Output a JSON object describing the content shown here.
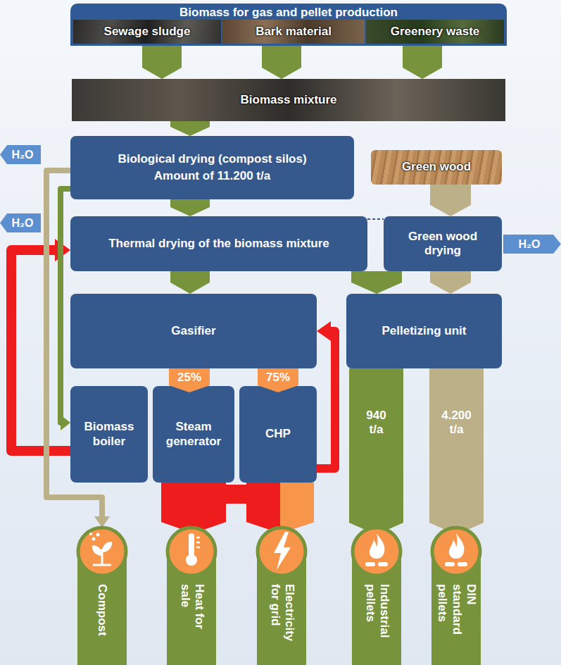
{
  "diagram": {
    "nodes": [
      {
        "text": [
          "Biomass for gas and pellet production"
        ]
      },
      {
        "text": [
          "Sewage sludge"
        ],
        "in": 0
      },
      {
        "text": [
          "Bark material"
        ],
        "in": 0
      },
      {
        "text": [
          "Greenery waste"
        ],
        "in": 0
      },
      {
        "text": [
          "Biomass mixture"
        ]
      },
      {
        "text": [
          "Biological drying (compost silos)",
          "Amount of 11.200 t/a"
        ]
      },
      {
        "text": [
          "Green wood"
        ]
      },
      {
        "text": [
          "H₂O"
        ]
      },
      {
        "text": [
          "Thermal drying of the biomass mixture"
        ]
      },
      {
        "text": [
          "H₂O"
        ]
      },
      {
        "text": [
          "Green wood drying"
        ]
      },
      {
        "text": [
          "H₂O"
        ]
      },
      {
        "text": [
          "Gasifier"
        ]
      },
      {
        "text": [
          "Pelletizing unit"
        ]
      },
      {
        "text": [
          "25%"
        ]
      },
      {
        "text": [
          "75%"
        ]
      },
      {
        "text": [
          "Biomass boiler"
        ]
      },
      {
        "text": [
          "Steam generator"
        ]
      },
      {
        "text": [
          "CHP"
        ]
      },
      {
        "text": [
          "940 t/a"
        ]
      },
      {
        "text": [
          "4.200 t/a"
        ]
      },
      {
        "text": [
          "Compost"
        ]
      },
      {
        "text": [
          "Heat for sale"
        ]
      },
      {
        "text": [
          "Electricity for grid"
        ]
      },
      {
        "text": [
          "Industrial pellets"
        ]
      },
      {
        "text": [
          "DIN standard pellets"
        ]
      }
    ],
    "edges": [
      {
        "from": 1,
        "to": 4,
        "arrow": "to"
      },
      {
        "from": 2,
        "to": 4,
        "arrow": "to"
      },
      {
        "from": 3,
        "to": 4,
        "arrow": "to"
      },
      {
        "from": 4,
        "to": 5,
        "arrow": "to"
      },
      {
        "from": 5,
        "to": 8,
        "arrow": "to"
      },
      {
        "from": 6,
        "to": 10,
        "arrow": "to"
      },
      {
        "from": 8,
        "to": 10,
        "arrow": "none"
      },
      {
        "from": 8,
        "to": 12,
        "arrow": "to"
      },
      {
        "from": 8,
        "to": 13,
        "arrow": "to"
      },
      {
        "from": 10,
        "to": 13,
        "arrow": "to"
      },
      {
        "from": 13,
        "to": 19,
        "arrow": "to"
      },
      {
        "from": 13,
        "to": 20,
        "arrow": "to"
      },
      {
        "from": 16,
        "to": 8,
        "arrow": "to"
      },
      {
        "from": 5,
        "to": 16,
        "arrow": "to"
      },
      {
        "from": 5,
        "to": 21,
        "arrow": "to"
      },
      {
        "from": 18,
        "to": 12,
        "arrow": "to"
      },
      {
        "from": 17,
        "to": 22,
        "arrow": "to"
      },
      {
        "from": 18,
        "to": 23,
        "arrow": "to"
      },
      {
        "from": 19,
        "to": 24,
        "arrow": "to"
      },
      {
        "from": 20,
        "to": 25,
        "arrow": "to"
      }
    ]
  }
}
